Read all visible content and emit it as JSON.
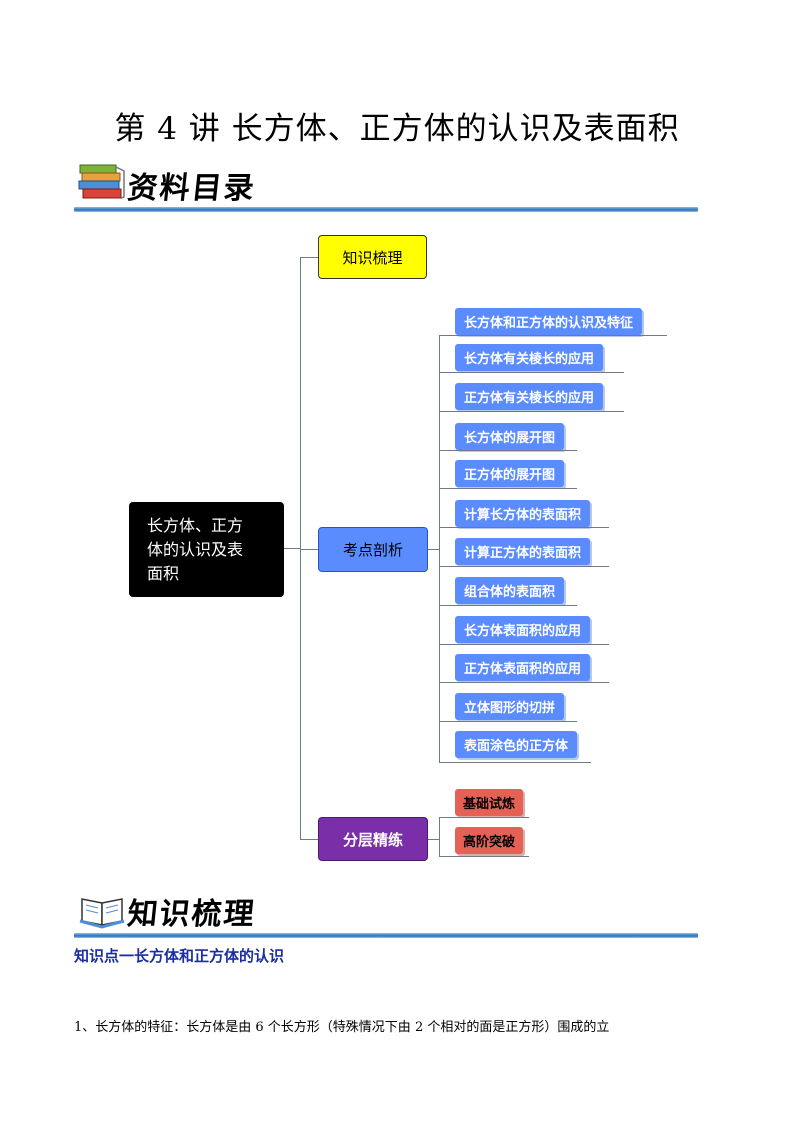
{
  "title": "第 4 讲  长方体、正方体的认识及表面积",
  "sections": {
    "toc_label": "资料目录",
    "knowledge_label": "知识梳理"
  },
  "mindmap": {
    "root": "长方体、正方体的认识及表面积",
    "branch_knowledge": "知识梳理",
    "branch_exam": "考点剖析",
    "branch_practice": "分层精练",
    "exam_items": [
      "长方体和正方体的认识及特征",
      "长方体有关棱长的应用",
      "正方体有关棱长的应用",
      "长方体的展开图",
      "正方体的展开图",
      "计算长方体的表面积",
      "计算正方体的表面积",
      "组合体的表面积",
      "长方体表面积的应用",
      "正方体表面积的应用",
      "立体图形的切拼",
      "表面涂色的正方体"
    ],
    "practice_items": [
      "基础试炼",
      "高阶突破"
    ]
  },
  "content": {
    "point1_title": "知识点一长方体和正方体的认识",
    "point1_text": "1、长方体的特征：长方体是由 6 个长方形（特殊情况下由 2 个相对的面是正方形）围成的立"
  },
  "colors": {
    "leaf_blue": "#5b8cff",
    "leaf_red": "#e66155",
    "yellow": "#ffff00",
    "purple": "#7a2fa8",
    "heading_blue": "#1a2ea0"
  }
}
